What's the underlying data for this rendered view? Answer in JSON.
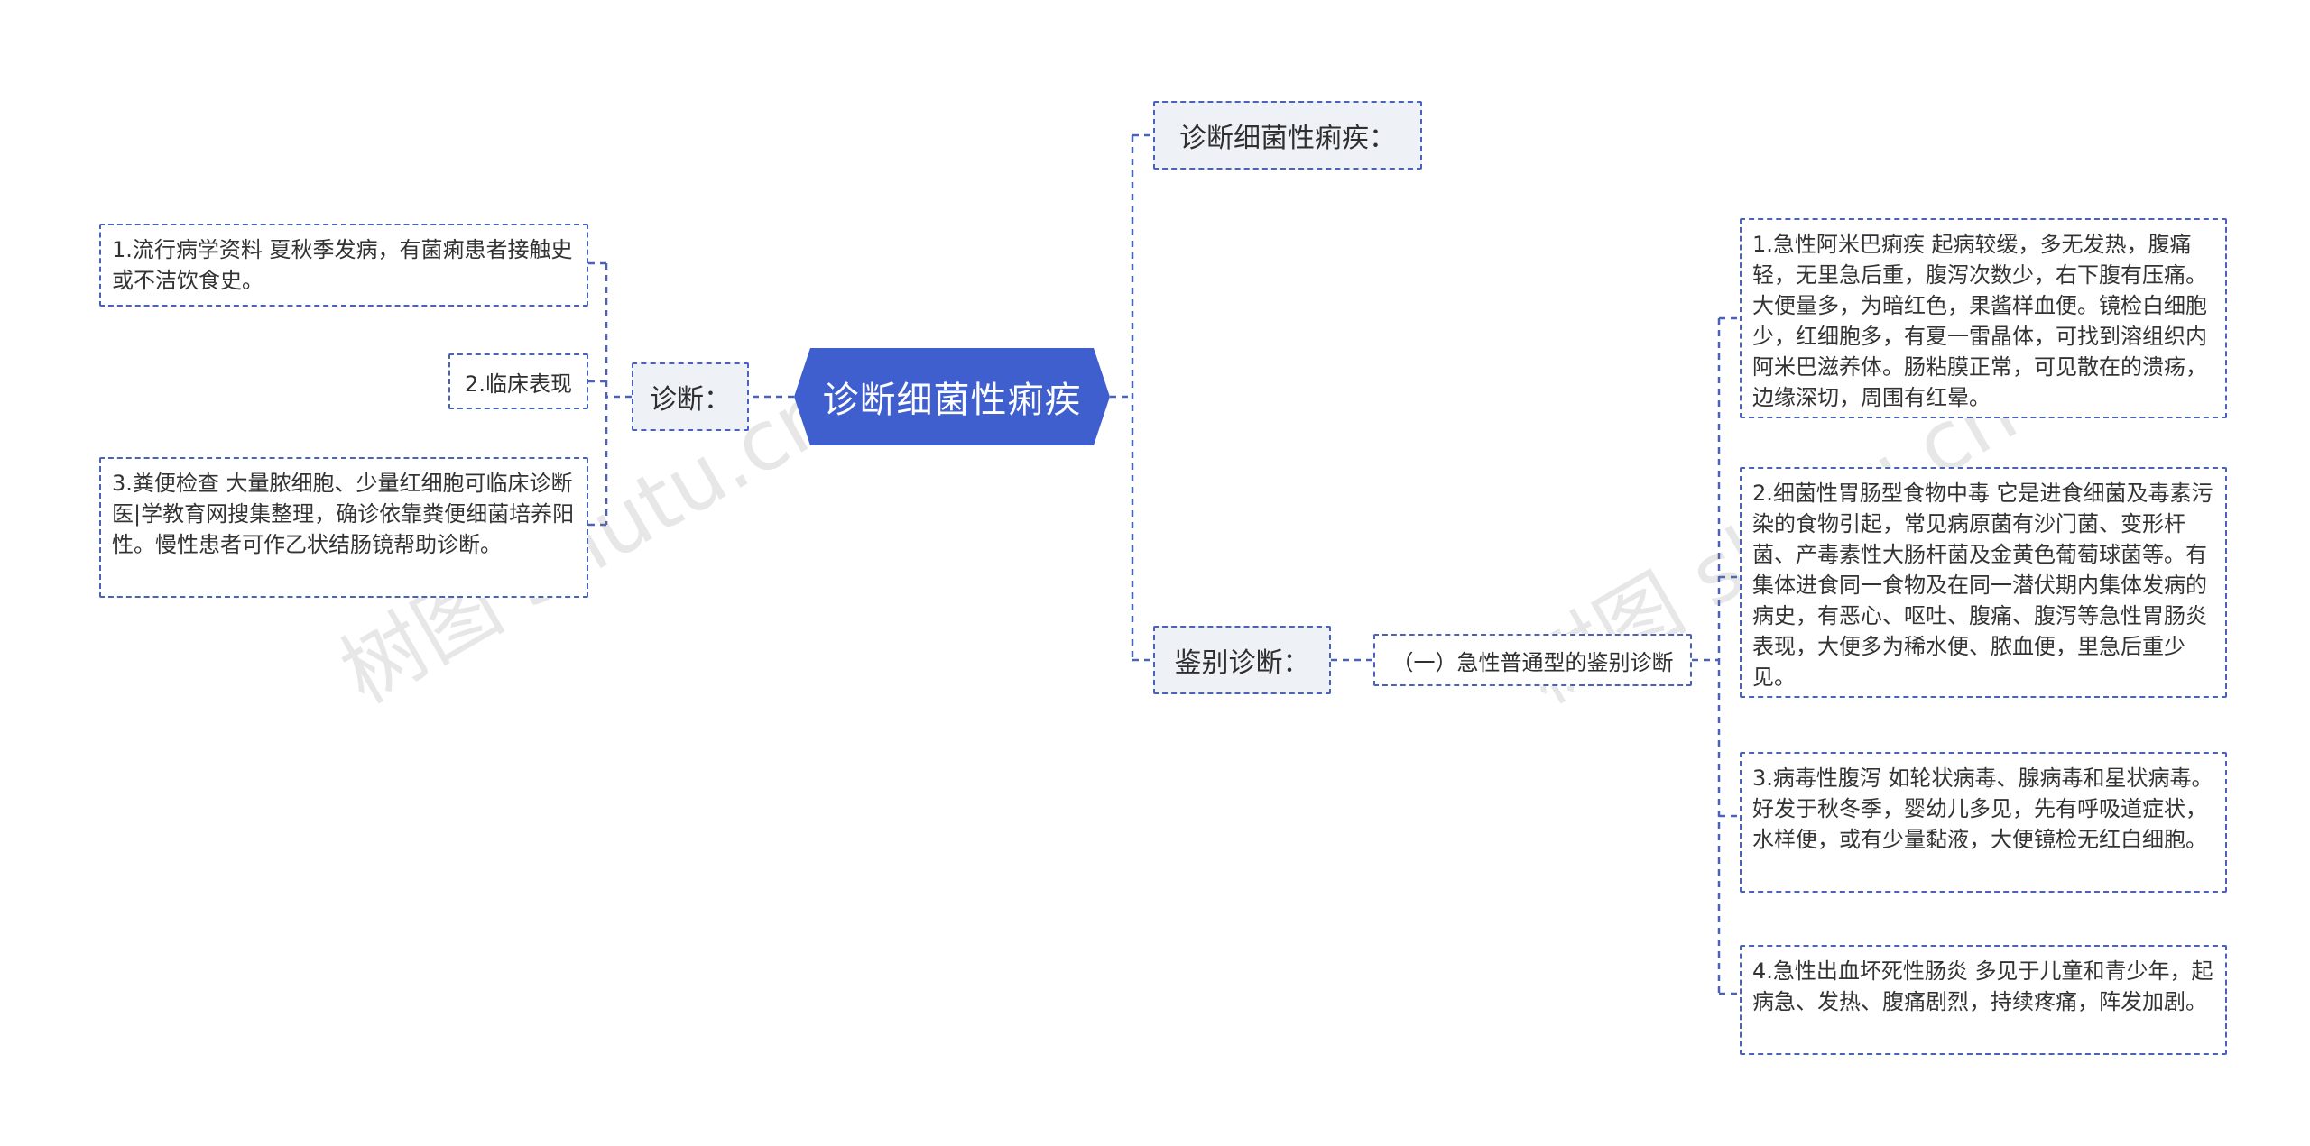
{
  "root": {
    "title": "诊断细菌性痢疾"
  },
  "left": {
    "branch": "诊断：",
    "items": [
      "1.流行病学资料 夏秋季发病，有菌痢患者接触史或不洁饮食史。",
      "2.临床表现",
      "3.粪便检查 大量脓细胞、少量红细胞可临床诊断医|学教育网搜集整理，确诊依靠粪便细菌培养阳性。慢性患者可作乙状结肠镜帮助诊断。"
    ]
  },
  "right": {
    "top_branch": "诊断细菌性痢疾：",
    "branch": "鉴别诊断：",
    "sub": "（一）急性普通型的鉴别诊断",
    "items": [
      "1.急性阿米巴痢疾 起病较缓，多无发热，腹痛轻，无里急后重，腹泻次数少，右下腹有压痛。大便量多，为暗红色，果酱样血便。镜检白细胞少，红细胞多，有夏一雷晶体，可找到溶组织内阿米巴滋养体。肠粘膜正常，可见散在的溃疡，边缘深切，周围有红晕。",
      "2.细菌性胃肠型食物中毒 它是进食细菌及毒素污染的食物引起，常见病原菌有沙门菌、变形杆菌、产毒素性大肠杆菌及金黄色葡萄球菌等。有集体进食同一食物及在同一潜伏期内集体发病的病史，有恶心、呕吐、腹痛、腹泻等急性胃肠炎表现，大便多为稀水便、脓血便，里急后重少见。",
      "3.病毒性腹泻 如轮状病毒、腺病毒和星状病毒。好发于秋冬季，婴幼儿多见，先有呼吸道症状，水样便，或有少量黏液，大便镜检无红白细胞。",
      "4.急性出血坏死性肠炎 多见于儿童和青少年，起病急、发热、腹痛剧烈，持续疼痛，阵发加剧。"
    ]
  },
  "watermark": [
    "树图 shutu.cn",
    "树图 shutu.cn"
  ],
  "colors": {
    "root_fill": "#3f5fcf",
    "line": "#4a63b8",
    "branch_fill": "#eef1f6"
  }
}
